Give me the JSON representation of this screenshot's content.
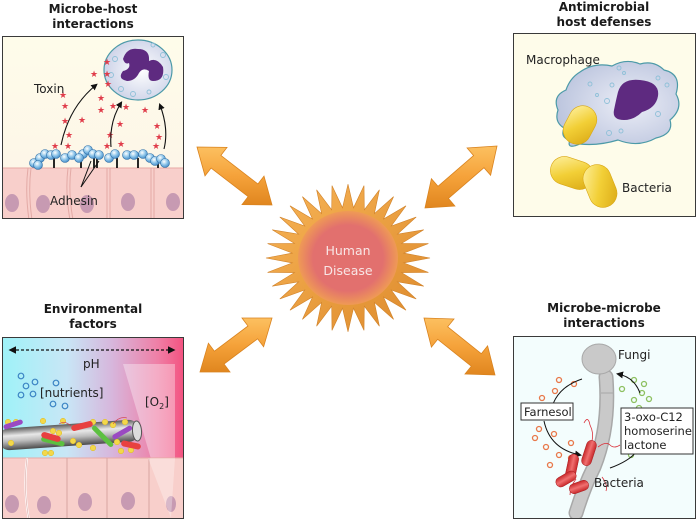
{
  "center": {
    "line1": "Human",
    "line2": "Disease"
  },
  "panels": {
    "top_left": {
      "title_line1": "Microbe-host",
      "title_line2": "interactions",
      "labels": {
        "toxin": "Toxin",
        "adhesin": "Adhesin"
      }
    },
    "top_right": {
      "title_line1": "Antimicrobial",
      "title_line2": "host defenses",
      "labels": {
        "macrophage": "Macrophage",
        "bacteria": "Bacteria"
      }
    },
    "bottom_left": {
      "title_line1": "Environmental",
      "title_line2": "factors",
      "labels": {
        "ph": "pH",
        "nutrients": "[nutrients]",
        "o2_prefix": "[O",
        "o2_sub": "2",
        "o2_suffix": "]"
      }
    },
    "bottom_right": {
      "title_line1": "Microbe-microbe",
      "title_line2": "interactions",
      "labels": {
        "fungi": "Fungi",
        "farnesol": "Farnesol",
        "hsl_line1": "3-oxo-C12",
        "hsl_line2": "homoserine",
        "hsl_line3": "lactone",
        "bacteria": "Bacteria"
      }
    }
  },
  "colors": {
    "arrow": "#f5a23a",
    "arrow_dark": "#d9831f",
    "starburst": "#f2a040",
    "center_core": "#e0706e",
    "panel_cream": "#fefcea",
    "panel_mint": "#f3fdfd",
    "tissue": "#f8cfcb",
    "nucleus": "#5e2a80"
  }
}
